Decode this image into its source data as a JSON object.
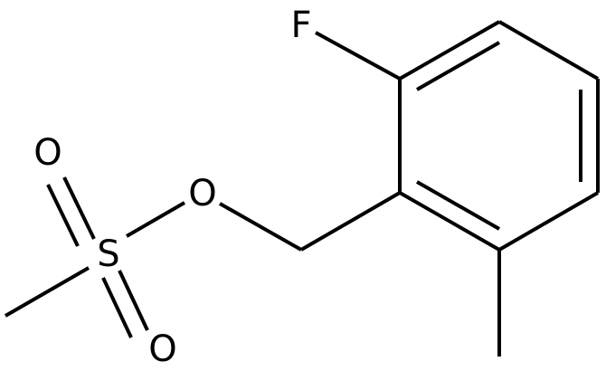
{
  "atoms": {
    "fluorine": "F",
    "ether_oxygen": "O",
    "sulfur": "S",
    "sulfonyl_oxygen_upper": "O",
    "sulfonyl_oxygen_lower": "O"
  },
  "colors": {
    "bond": "#000000",
    "label": "#000000",
    "background": "#ffffff"
  }
}
